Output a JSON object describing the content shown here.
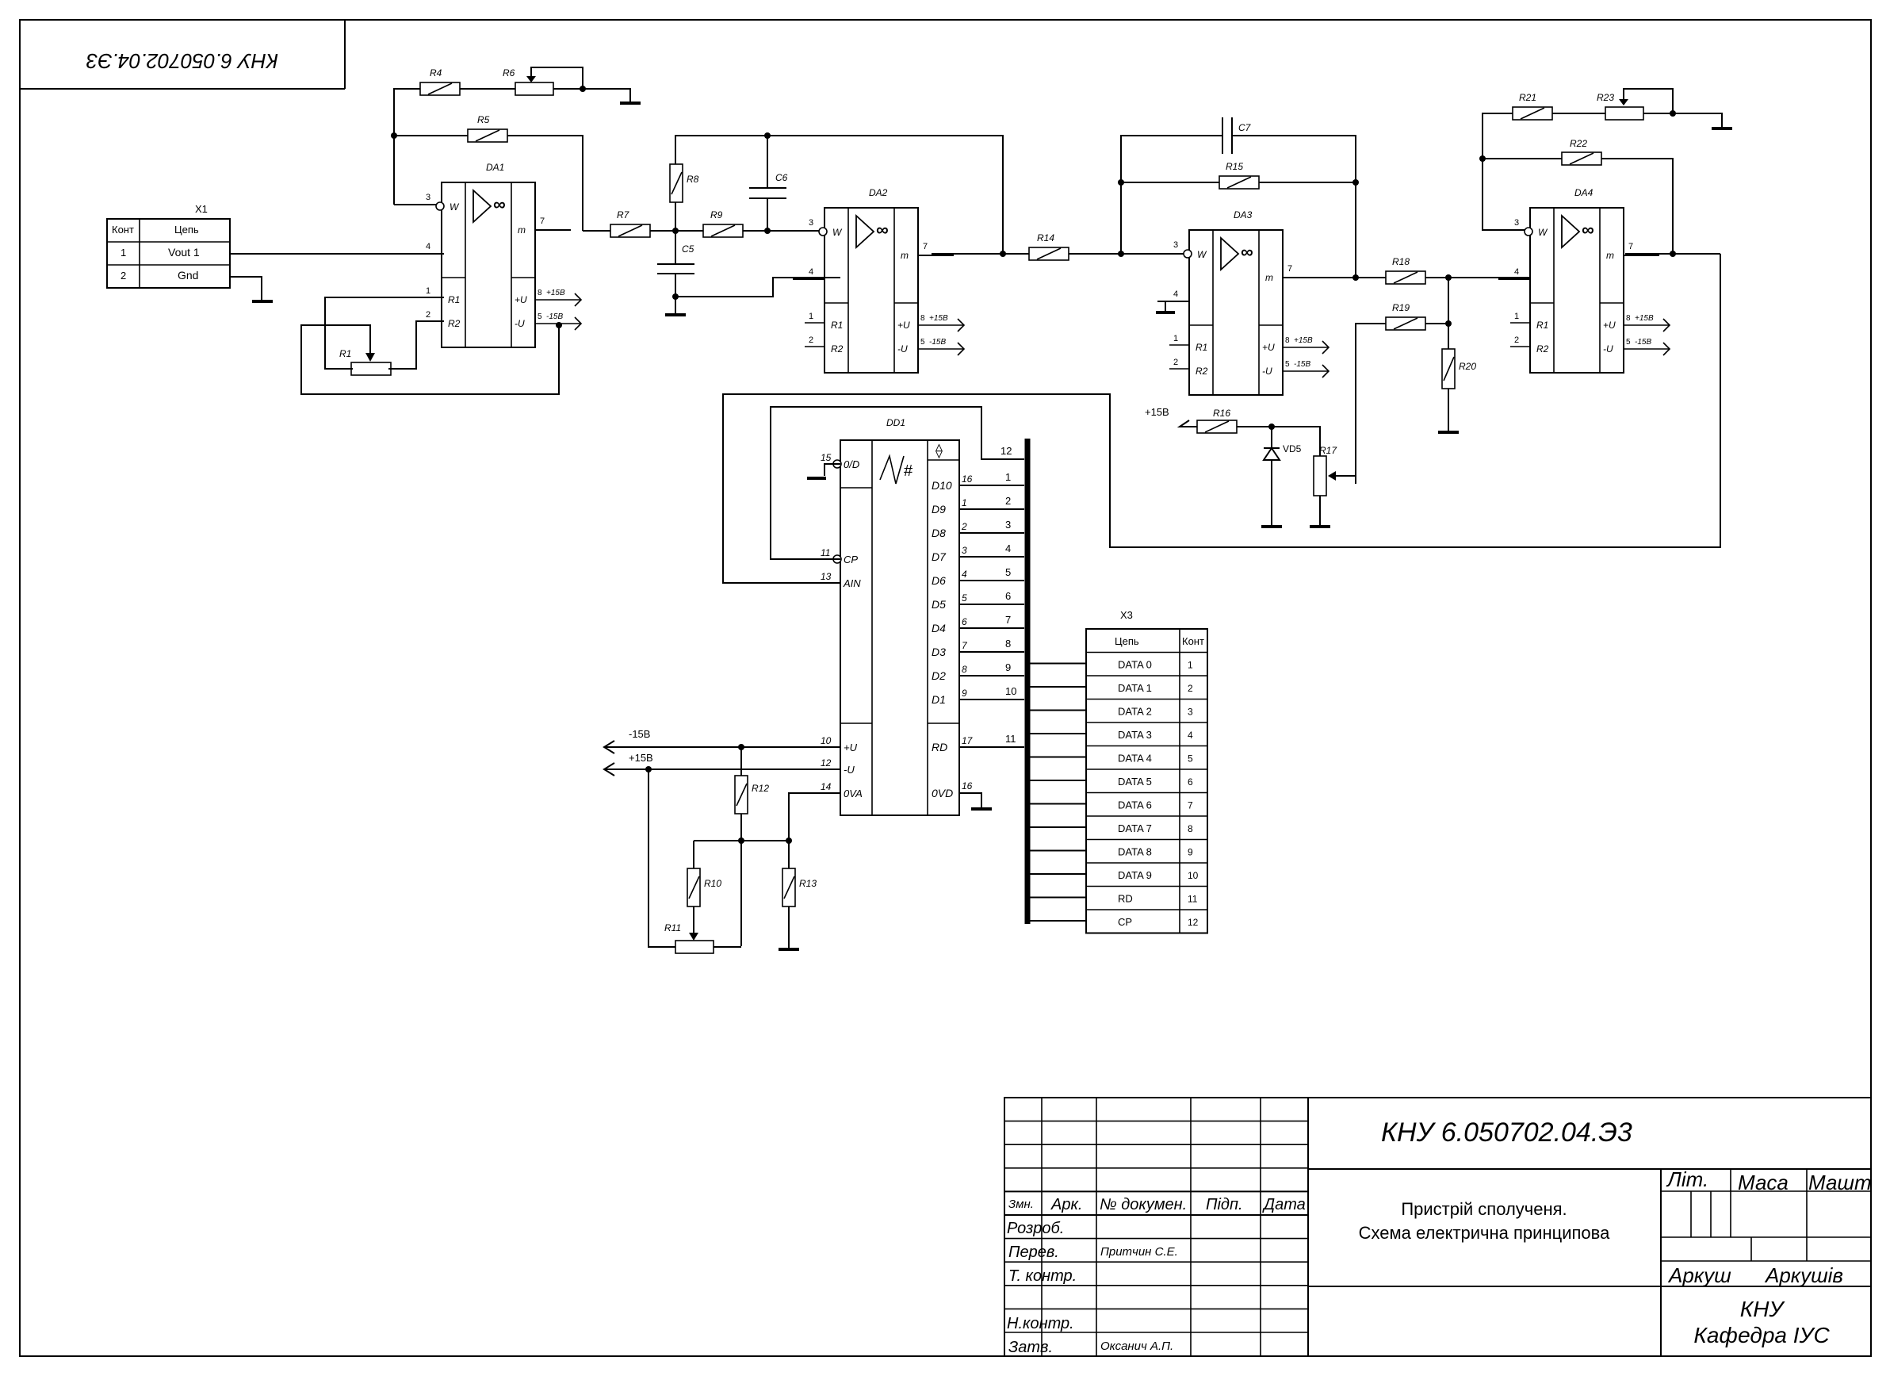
{
  "drawing_code": "КНУ 6.050702.04.Э3",
  "stamp": {
    "code": "КНУ 6.050702.04.Э3",
    "title_line1": "Пристрій сполученя.",
    "title_line2": "Схема електрична принципова",
    "col_labels": {
      "zmn": "Змн.",
      "ark": "Арк.",
      "doc": "№ докумен.",
      "sign": "Підп.",
      "date": "Дата"
    },
    "rows": {
      "razrob": "Розроб.",
      "perev": "Перев.",
      "tkontr": "Т. контр.",
      "nkontr": "Н.контр.",
      "zatv": "Затв."
    },
    "perev_name": "Притчин С.Е.",
    "zatv_name": "Оксанич А.П.",
    "lit": "Літ.",
    "masa": "Маса",
    "masht": "Машт",
    "arkush": "Аркуш",
    "arkushiv": "Аркушів",
    "org_line1": "КНУ",
    "org_line2": "Кафедра ІУС"
  },
  "x1": {
    "title": "X1",
    "headers": [
      "Конт",
      "Цепь"
    ],
    "rows": [
      [
        "1",
        "Vout 1"
      ],
      [
        "2",
        "Gnd"
      ]
    ]
  },
  "x3": {
    "title": "X3",
    "headers": [
      "Цепь",
      "Конт"
    ],
    "rows": [
      [
        "DATA 0",
        "1"
      ],
      [
        "DATA 1",
        "2"
      ],
      [
        "DATA 2",
        "3"
      ],
      [
        "DATA 3",
        "4"
      ],
      [
        "DATA 4",
        "5"
      ],
      [
        "DATA 5",
        "6"
      ],
      [
        "DATA 6",
        "7"
      ],
      [
        "DATA 7",
        "8"
      ],
      [
        "DATA 8",
        "9"
      ],
      [
        "DATA 9",
        "10"
      ],
      [
        "RD",
        "11"
      ],
      [
        "CP",
        "12"
      ]
    ]
  },
  "opamp_pins": {
    "p3": "3",
    "p4": "4",
    "p7": "7",
    "p1": "1",
    "p2": "2",
    "w": "W",
    "m": "m",
    "r1": "R1",
    "r2": "R2",
    "pu": "+U",
    "mu": "-U",
    "n8": "8",
    "n5": "5",
    "p15": "+15В",
    "m15": "-15В",
    "inf": "∞"
  },
  "opamps": [
    "DA1",
    "DA2",
    "DA3",
    "DA4"
  ],
  "components": {
    "R1": "R1",
    "R4": "R4",
    "R5": "R5",
    "R6": "R6",
    "R7": "R7",
    "R8": "R8",
    "R9": "R9",
    "C5": "C5",
    "C6": "C6",
    "R14": "R14",
    "R15": "R15",
    "C7": "C7",
    "R16": "R16",
    "R17": "R17",
    "VD5": "VD5",
    "R18": "R18",
    "R19": "R19",
    "R20": "R20",
    "R21": "R21",
    "R22": "R22",
    "R23": "R23",
    "R10": "R10",
    "R11": "R11",
    "R12": "R12",
    "R13": "R13",
    "plus15": "+15В"
  },
  "dd1": {
    "name": "DD1",
    "left_pins": [
      [
        "15",
        "0/D"
      ],
      [
        "11",
        "CP"
      ],
      [
        "13",
        "AIN"
      ],
      [
        "10",
        "+U"
      ],
      [
        "12",
        "-U"
      ],
      [
        "14",
        "0VA"
      ]
    ],
    "right_pins": [
      [
        "16",
        "D10"
      ],
      [
        "1",
        "D9"
      ],
      [
        "2",
        "D8"
      ],
      [
        "3",
        "D7"
      ],
      [
        "4",
        "D6"
      ],
      [
        "5",
        "D5"
      ],
      [
        "6",
        "D4"
      ],
      [
        "7",
        "D3"
      ],
      [
        "8",
        "D2"
      ],
      [
        "9",
        "D1"
      ],
      [
        "17",
        "RD"
      ],
      [
        "16",
        "0VD"
      ]
    ],
    "bus_nums": [
      "12",
      "1",
      "2",
      "3",
      "4",
      "5",
      "6",
      "7",
      "8",
      "9",
      "10",
      "11"
    ],
    "supply_m15": "-15В",
    "supply_p15": "+15В",
    "top_sym": "⟠"
  }
}
